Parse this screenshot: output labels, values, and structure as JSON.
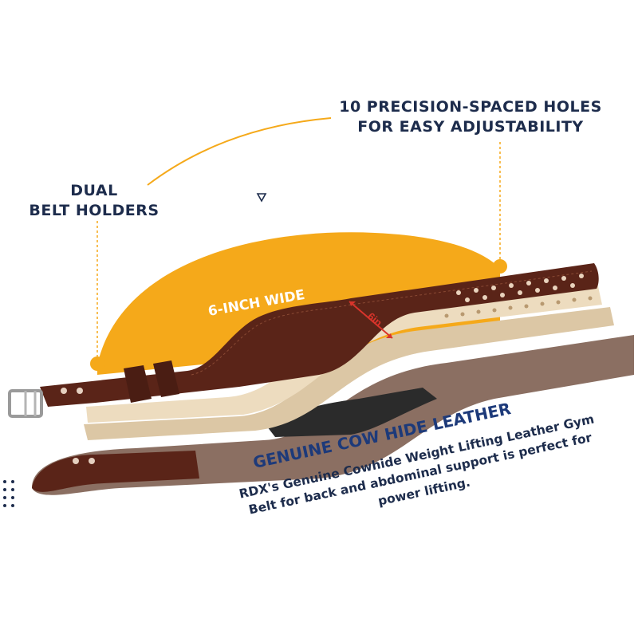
{
  "callouts": {
    "holes_line1": "10 PRECISION-SPACED HOLES",
    "holes_line2": "FOR EASY ADJUSTABILITY",
    "holders_line1": "DUAL",
    "holders_line2": "BELT HOLDERS",
    "width_label": "6-INCH WIDE",
    "width_measure": "6in"
  },
  "feature": {
    "title": "GENUINE COW HIDE LEATHER",
    "desc_line1": "RDX's Genuine Cowhide Weight Lifting Leather Gym",
    "desc_line2": "Belt for back and abdominal support is perfect for",
    "desc_line3": "power lifting."
  },
  "icons": [
    "play-triangle-icon",
    "buckle-icon"
  ],
  "colors": {
    "accent_yellow": "#f5a91a",
    "navy_text": "#1d2c4c",
    "leather_brown": "#5a2418",
    "tan_layer": "#e6d5b8",
    "taupe_layer": "#8b6f62",
    "measure_red": "#d8342b"
  }
}
